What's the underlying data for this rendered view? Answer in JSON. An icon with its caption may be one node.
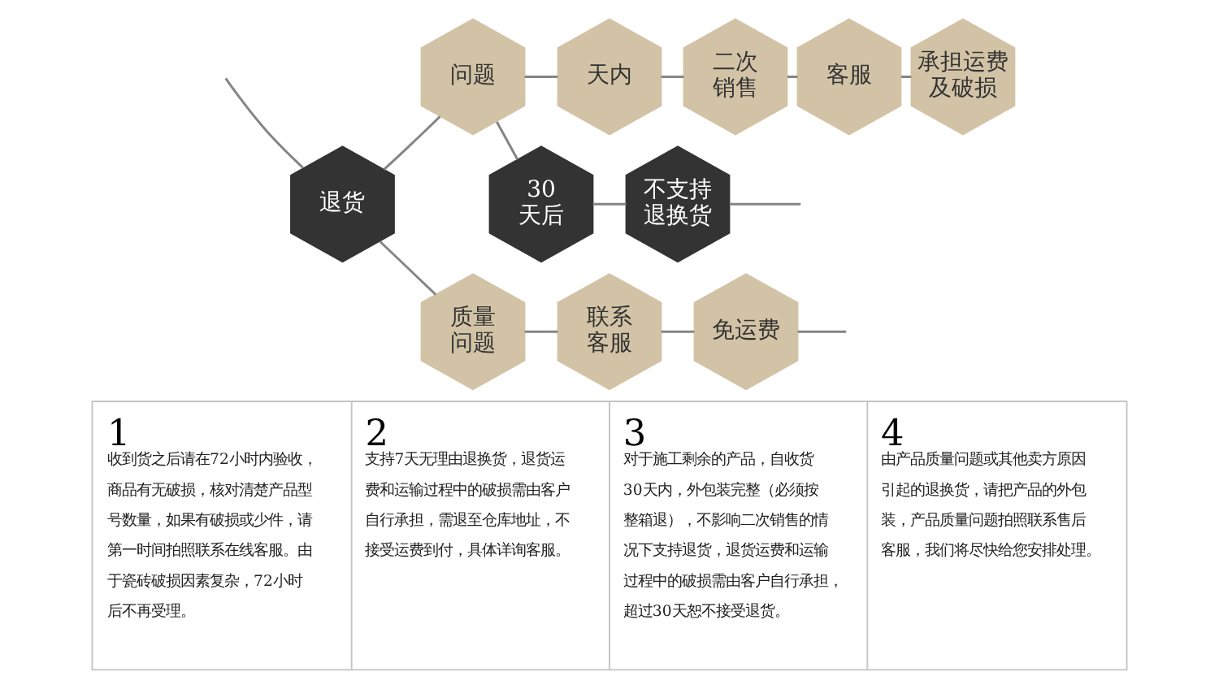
{
  "diagram": {
    "nodes": [
      {
        "text": [
          "退货"
        ]
      },
      {
        "text": [
          "问题"
        ]
      },
      {
        "text": [
          "天内"
        ]
      },
      {
        "text": [
          "二次销售"
        ]
      },
      {
        "text": [
          "客服"
        ]
      },
      {
        "text": [
          "承担运费及破损"
        ]
      },
      {
        "text": [
          "30天后"
        ]
      },
      {
        "text": [
          "不支持退换货"
        ]
      },
      {
        "text": [
          "质量问题"
        ]
      },
      {
        "text": [
          "联系客服"
        ]
      },
      {
        "text": [
          "免运费"
        ]
      }
    ],
    "edges": [
      {
        "from": null,
        "to": 0,
        "arrow": "none"
      },
      {
        "from": 0,
        "to": 1,
        "arrow": "none"
      },
      {
        "from": 1,
        "to": 2,
        "arrow": "none"
      },
      {
        "from": 2,
        "to": 3,
        "arrow": "none"
      },
      {
        "from": 3,
        "to": 4,
        "arrow": "none"
      },
      {
        "from": 4,
        "to": 5,
        "arrow": "none"
      },
      {
        "from": 1,
        "to": 6,
        "arrow": "none"
      },
      {
        "from": 6,
        "to": 7,
        "arrow": "none"
      },
      {
        "from": 7,
        "to": null,
        "arrow": "none"
      },
      {
        "from": 0,
        "to": 8,
        "arrow": "none"
      },
      {
        "from": 8,
        "to": 9,
        "arrow": "none"
      },
      {
        "from": 9,
        "to": 10,
        "arrow": "none"
      },
      {
        "from": 10,
        "to": null,
        "arrow": "none"
      }
    ],
    "labels": [
      "1",
      "收到货之后请在72小时内验收，商品有无破损，核对清楚产品型号数量，如果有破损或少件，请第一时间拍照联系在线客服。由于瓷砖破损因素复杂，72小时后不再受理。",
      "2",
      "支持7天无理由退换货，退货运费和运输过程中的破损需由客户自行承担，需退至仓库地址，不接受运费到付，具体详询客服。",
      "3",
      "对于施工剩余的产品，自收货30天内，外包装完整（必须按整箱退），不影响二次销售的情况下支持退货，退货运费和运输过程中的破损需由客户自行承担，超过30天恕不接受退货。",
      "4",
      "由产品质量问题或其他卖方原因引起的退换货，请把产品的外包装，产品质量问题拍照联系售后客服，我们将尽快给您安排处理。"
    ]
  }
}
